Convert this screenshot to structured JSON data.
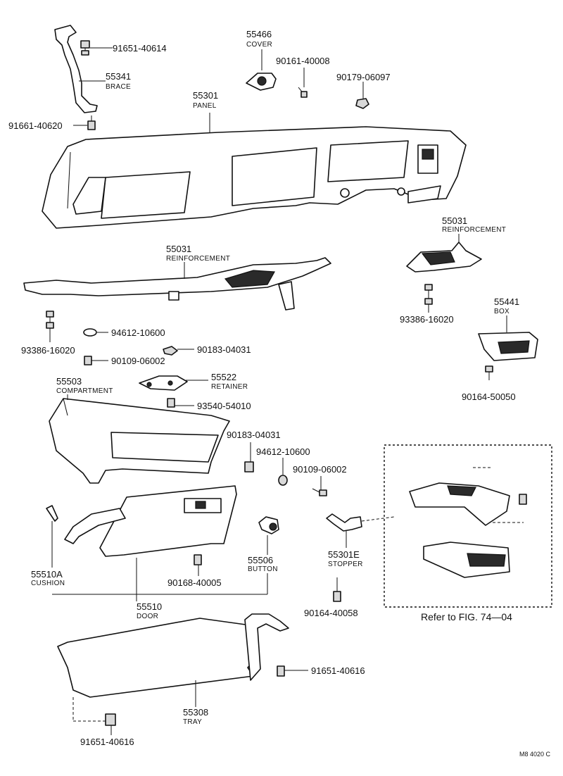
{
  "diagram": {
    "labels": {
      "p_91651_40614": "91651-40614",
      "p_55341": "55341",
      "c_brace": "BRACE",
      "p_91661_40620": "91661-40620",
      "p_55466": "55466",
      "c_cover": "COVER",
      "p_90161_40008": "90161-40008",
      "p_90179_06097": "90179-06097",
      "p_55301": "55301",
      "c_panel": "PANEL",
      "p_55031_a": "55031",
      "c_reinforcement_a": "REINFORCEMENT",
      "p_55031_b": "55031",
      "c_reinforcement_b": "REINFORCEMENT",
      "p_93386_16020_a": "93386-16020",
      "p_93386_16020_b": "93386-16020",
      "p_94612_10600_a": "94612-10600",
      "p_90183_04031_a": "90183-04031",
      "p_90109_06002_a": "90109-06002",
      "p_55441": "55441",
      "c_box": "BOX",
      "p_55503": "55503",
      "c_compartment": "COMPARTMENT",
      "p_55522": "55522",
      "c_retainer": "RETAINER",
      "p_93540_54010": "93540-54010",
      "p_90164_50050": "90164-50050",
      "p_90183_04031_b": "90183-04031",
      "p_94612_10600_b": "94612-10600",
      "p_90109_06002_b": "90109-06002",
      "p_55510a": "55510A",
      "c_cushion": "CUSHION",
      "p_90168_40005": "90168-40005",
      "p_55506": "55506",
      "c_button": "BUTTON",
      "p_55301e": "55301E",
      "c_stopper": "STOPPER",
      "p_55510": "55510",
      "c_door": "DOOR",
      "p_90164_40058": "90164-40058",
      "ref_fig": "Refer to FIG. 74—04",
      "p_91651_40616_a": "91651-40616",
      "p_55308": "55308",
      "c_tray": "TRAY",
      "p_91651_40616_b": "91651-40616",
      "code": "M8 4020 C"
    }
  }
}
